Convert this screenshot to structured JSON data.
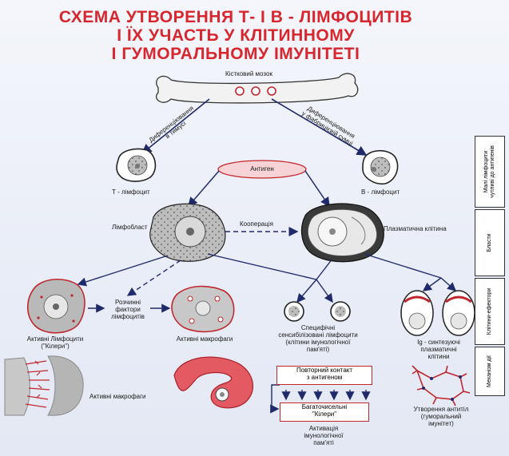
{
  "title": {
    "line1": "СХЕМА УТВОРЕННЯ Т- І В - ЛІМФОЦИТІВ",
    "line2": "І ЇХ УЧАСТЬ У КЛІТИННОМУ",
    "line3": "І ГУМОРАЛЬНОМУ ІМУНІТЕТІ"
  },
  "labels": {
    "bone_marrow": "Кістковий мозок",
    "diff_thymus_1": "Диференціювання",
    "diff_thymus_2": "в тимусі",
    "diff_fabricius_1": "Диференціювання",
    "diff_fabricius_2": "у фабрицієвій сумці",
    "antigen": "Антиген",
    "t_lymphocyte": "Т - лімфоцит",
    "b_lymphocyte": "В - лімфоцит",
    "lymphoblast": "Лімфобласт",
    "cooperation": "Кооперація",
    "plasma_cell": "Плазматична клітина",
    "soluble_factors_1": "Розчинні",
    "soluble_factors_2": "фактори",
    "soluble_factors_3": "лімфоцитів",
    "active_lymph_1": "Активні Лімфоцити",
    "active_lymph_2": "(\"Кілери\")",
    "active_macro": "Активні макрофаги",
    "specific_1": "Специфічні",
    "specific_2": "сенсибілізовані лімфоцити",
    "specific_3": "(клітини імунологічної",
    "specific_4": "пам'яті)",
    "ig_1": "Ig - синтезуючі",
    "ig_2": "плазматичні",
    "ig_3": "клітини",
    "active_macro_bottom": "Активні макрофаги",
    "repeat_1": "Повторний контакт",
    "repeat_2": "з антигеном",
    "killers_1": "Багаточисельні",
    "killers_2": "\"Кілери\"",
    "activation_1": "Активація",
    "activation_2": "імунологічної",
    "activation_3": "пам'яті",
    "antibody_1": "Утворення антитіл",
    "antibody_2": "(гуморальний",
    "antibody_3": "імунітет)"
  },
  "side_labels": {
    "small": "Малі лімфоцити\nчутливі до антигенів",
    "blasts": "Бласти",
    "effectors": "Клітини-ефектори",
    "mechanisms": "Механізм дії"
  },
  "colors": {
    "title": "#d7262d",
    "arrow": "#1f2a6b",
    "red": "#c0272d",
    "antigen_fill": "#f7d3d6"
  }
}
